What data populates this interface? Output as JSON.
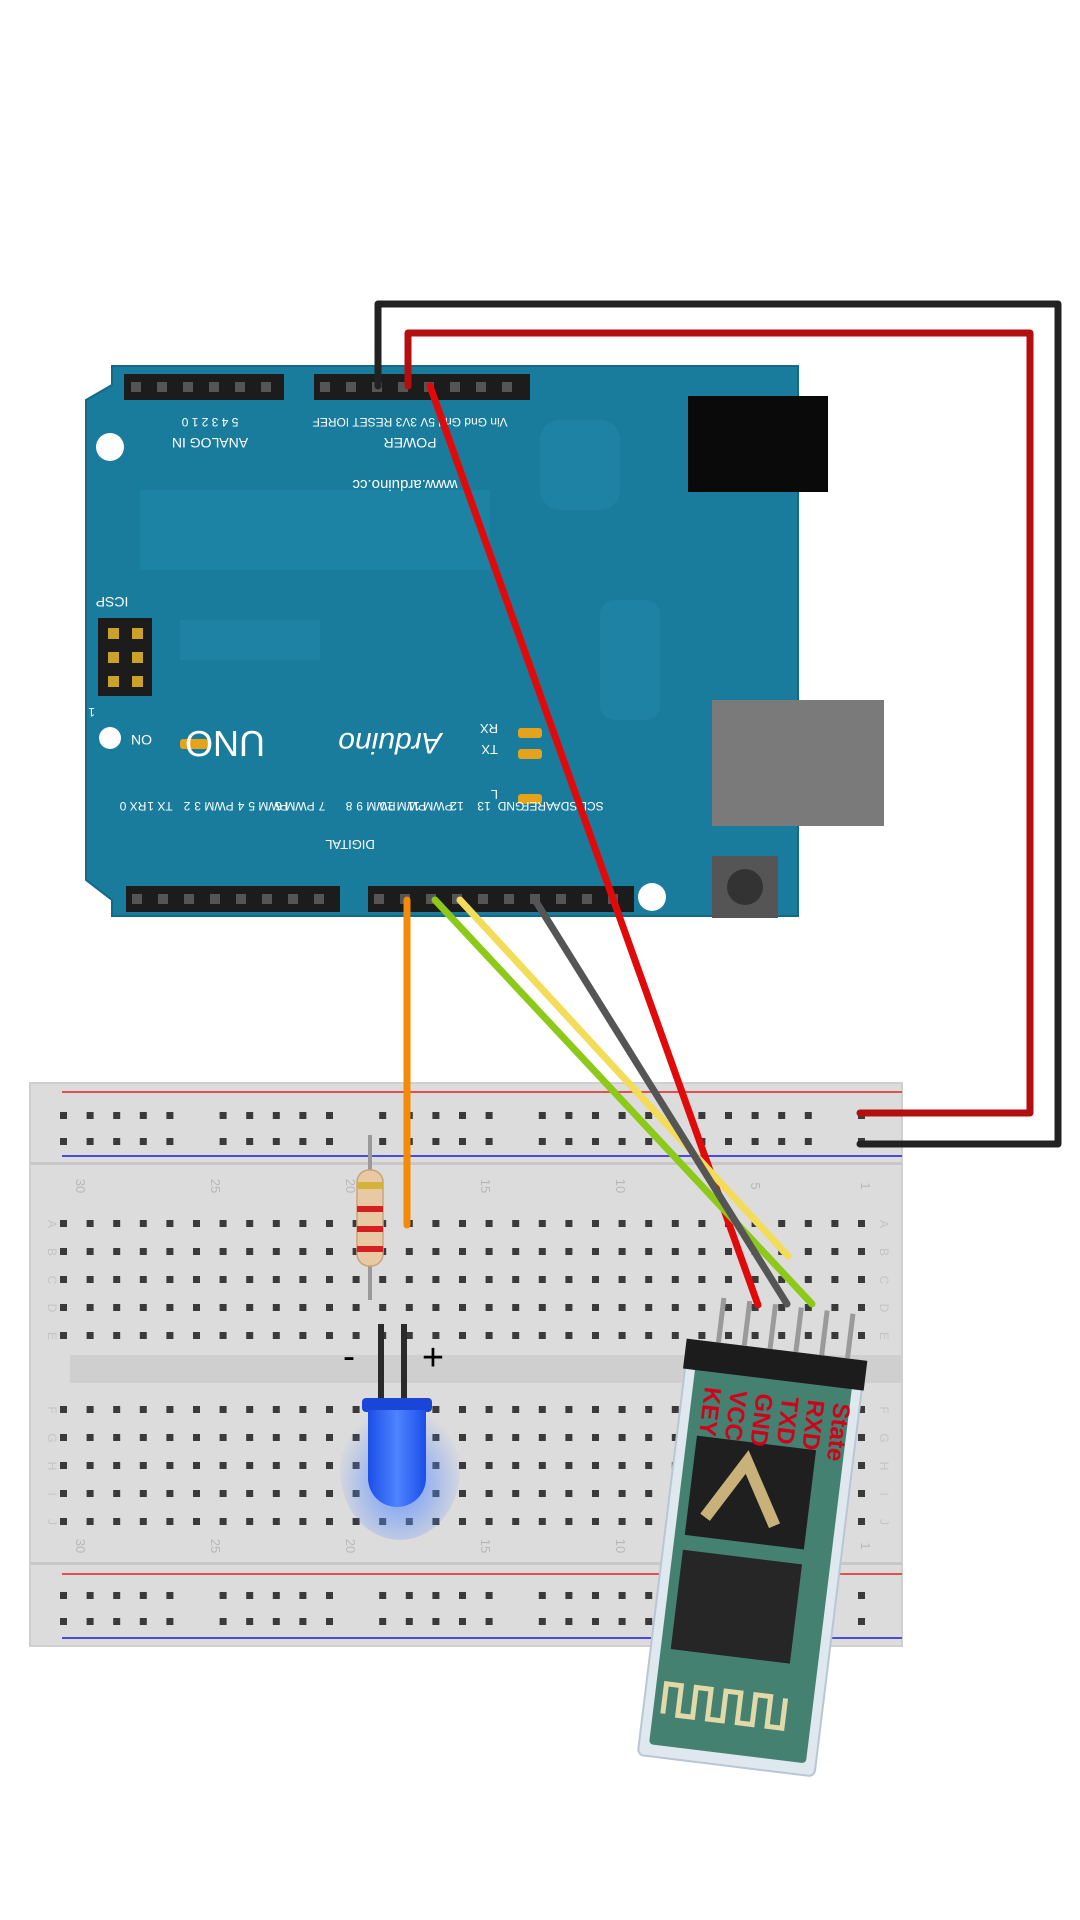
{
  "arduino": {
    "website": "www.arduino.cc",
    "brand": "Arduino",
    "model": "UNO",
    "on_label": "ON",
    "icsp_label": "ICSP",
    "icsp_pin1": "1",
    "header_analog_label": "ANALOG IN",
    "header_analog_pins": "5 4 3 2 1 0",
    "header_power_label": "POWER",
    "header_power_pins": "Vin Gnd Gnd 5V 3V3 RESET IOREF",
    "digital_label": "DIGITAL",
    "rx_label": "RX",
    "tx_label": "TX",
    "l_label": "L",
    "digital_pin_labels": [
      "RX 0",
      "TX 1",
      "2",
      "PWM 3",
      "4",
      "PWM 5",
      "PWM 6",
      "7",
      "8",
      "PWM 9",
      "PWM 10",
      "PWM 11",
      "12",
      "13",
      "GND",
      "AREF",
      "SDA",
      "SCL"
    ]
  },
  "breadboard": {
    "column_numbers": [
      "30",
      "25",
      "20",
      "15",
      "10",
      "5",
      "1"
    ],
    "row_letters_top": [
      "A",
      "B",
      "C",
      "D",
      "E"
    ],
    "row_letters_bottom": [
      "F",
      "G",
      "H",
      "I",
      "J"
    ]
  },
  "led": {
    "minus_label": "-",
    "plus_label": "+",
    "color": "#1e5bff"
  },
  "hc05": {
    "pins": [
      "KEY",
      "VCC",
      "GND",
      "TXD",
      "RXD",
      "State"
    ],
    "label_color": "#d0021b"
  },
  "wire_colors": {
    "vcc_red": "#e10a0a",
    "gnd_black": "#222222",
    "signal_orange": "#f58a07",
    "tx_green": "#8cc919",
    "rx_yellow": "#f3dc58",
    "gnd_gray": "#555555"
  },
  "board_color": "#1a7c9c"
}
